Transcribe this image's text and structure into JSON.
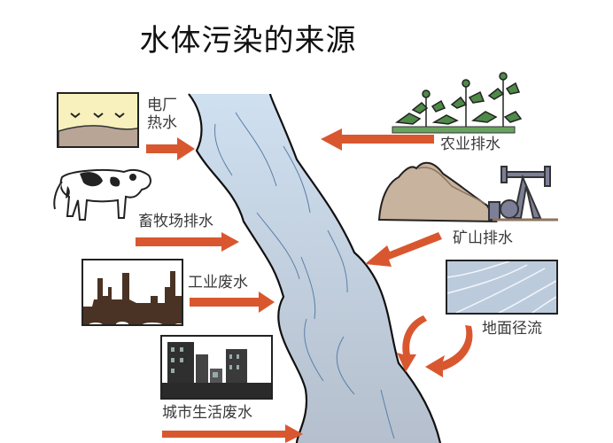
{
  "title": "水体污染的来源",
  "sources_left": [
    {
      "id": "power-plant",
      "label_line1": "电厂",
      "label_line2": "热水"
    },
    {
      "id": "livestock",
      "label": "畜牧场排水"
    },
    {
      "id": "industrial",
      "label": "工业废水"
    },
    {
      "id": "urban",
      "label": "城市生活废水"
    }
  ],
  "sources_right": [
    {
      "id": "agriculture",
      "label": "农业排水"
    },
    {
      "id": "mining",
      "label": "矿山排水"
    },
    {
      "id": "runoff",
      "label": "地面径流"
    }
  ],
  "colors": {
    "arrow": "#d9572f",
    "river": "#c9d9ea",
    "river_lower": "#b8c3d3",
    "river_outline": "#111111",
    "power_sky": "#f8f1bd",
    "power_ground": "#b9a596",
    "factory": "#4a3324",
    "plant_green": "#4e8a48",
    "mountain": "#c8b39e",
    "runoff_bg": "#bccbdc"
  }
}
